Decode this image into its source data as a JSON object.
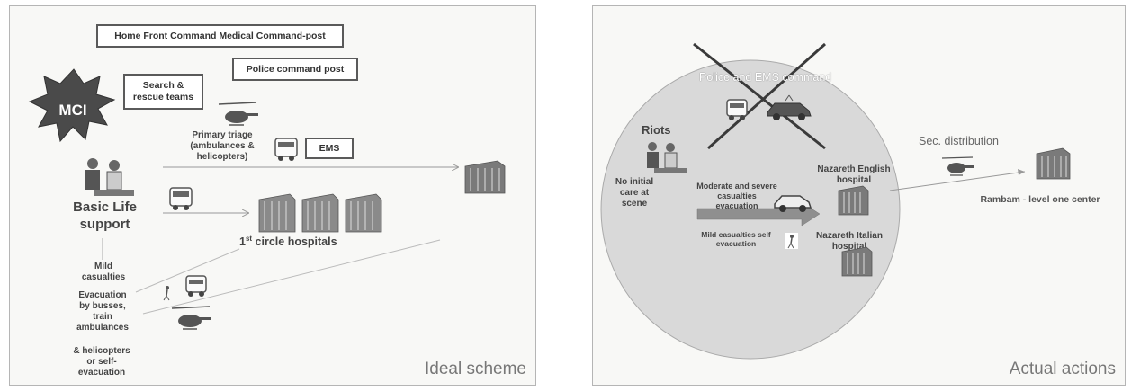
{
  "ideal": {
    "command_post": "Home Front Command Medical Command-post",
    "police_post": "Police command post",
    "mci": "MCI",
    "search_rescue": "Search & rescue teams",
    "primary_triage": "Primary  triage (ambulances & helicopters)",
    "ems": "EMS",
    "basic_life_line1": "Basic Life",
    "basic_life_line2": "support",
    "first_circle_prefix": "1",
    "first_circle_sup": "st",
    "first_circle_suffix": " circle hospitals",
    "mild_casualties": "Mild casualties",
    "evacuation": "Evacuation by busses, train ambulances",
    "helicopters": "& helicopters or self-evacuation",
    "caption": "Ideal scheme"
  },
  "actual": {
    "police_ems": "Police and EMS command",
    "riots": "Riots",
    "no_initial_care": "No initial care at scene",
    "moderate_severe": "Moderate and severe casualties evacuation",
    "mild_self": "Mild casualties self evacuation",
    "nazareth_english": "Nazareth English hospital",
    "nazareth_italian": "Nazareth Italian hospital",
    "sec_distribution": "Sec. distribution",
    "rambam": "Rambam - level one center",
    "caption": "Actual actions"
  }
}
